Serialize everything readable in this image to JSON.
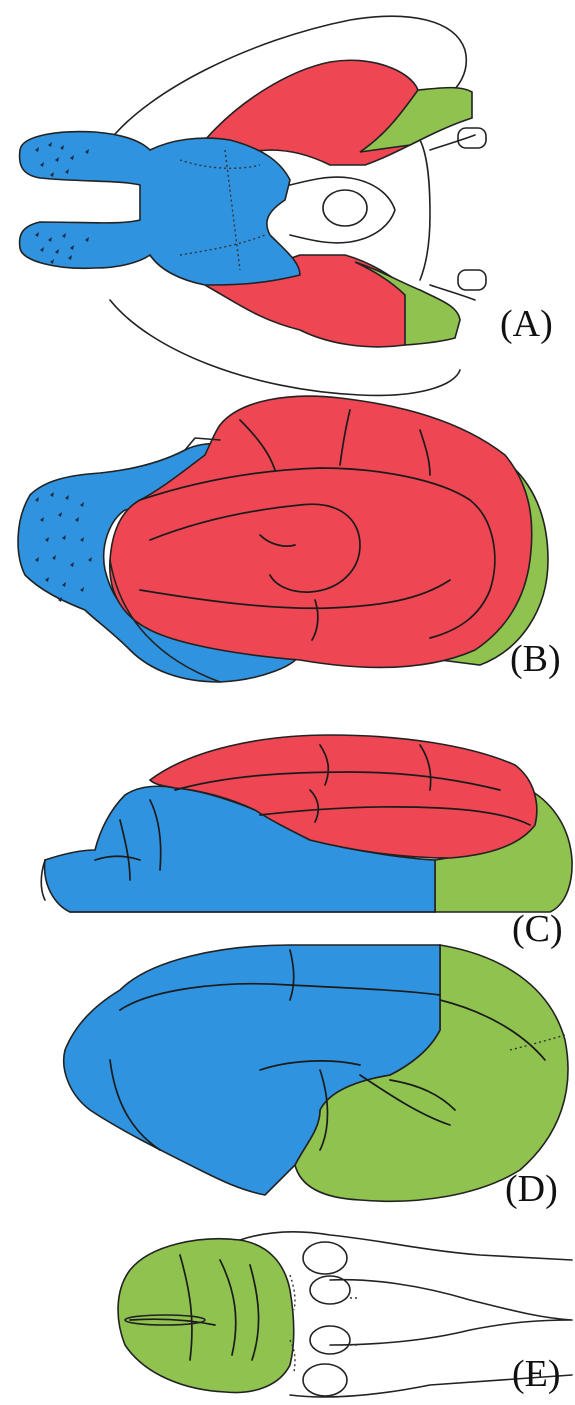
{
  "colors": {
    "blue_region": "#2f93e0",
    "red_region": "#ee4652",
    "green_region": "#8fc24f",
    "outline": "#222222",
    "background": "#ffffff"
  },
  "panels": [
    {
      "id": "A",
      "label": "(A)"
    },
    {
      "id": "B",
      "label": "(B)"
    },
    {
      "id": "C",
      "label": "(C)"
    },
    {
      "id": "D",
      "label": "(D)"
    },
    {
      "id": "E",
      "label": "(E)"
    }
  ]
}
